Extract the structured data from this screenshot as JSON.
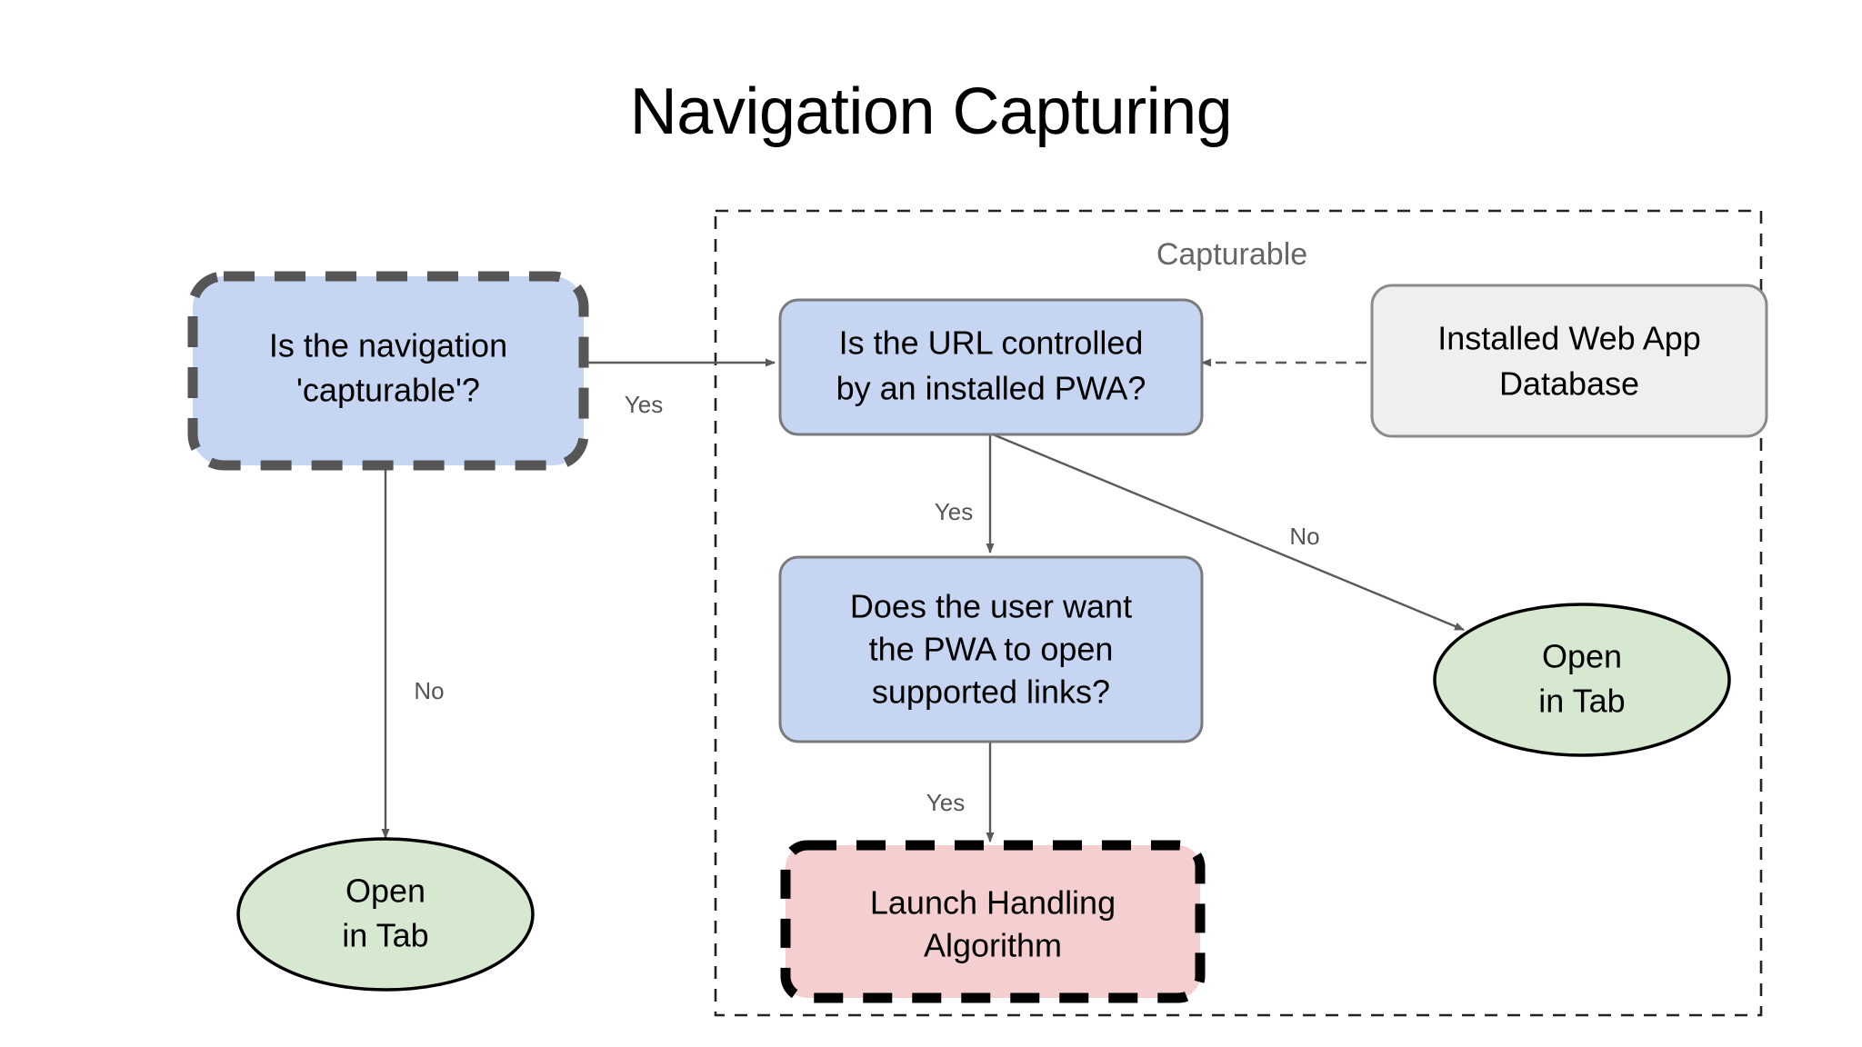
{
  "title": "Navigation Capturing",
  "group": {
    "label": "Capturable"
  },
  "nodes": {
    "is_capturable": {
      "line1": "Is the navigation",
      "line2": "'capturable'?",
      "fill": "#c5d5f2",
      "stroke": "#565656",
      "style": "dashed-thick"
    },
    "url_controlled": {
      "line1": "Is the URL controlled",
      "line2": "by an installed PWA?",
      "fill": "#c5d5f2",
      "stroke": "#7a7a7a",
      "style": "solid"
    },
    "installed_db": {
      "line1": "Installed Web App",
      "line2": "Database",
      "fill": "#efefef",
      "stroke": "#8a8a8a",
      "style": "solid"
    },
    "user_want": {
      "line1": "Does the user want",
      "line2": "the PWA to open",
      "line3": "supported links?",
      "fill": "#c5d5f2",
      "stroke": "#7a7a7a",
      "style": "solid"
    },
    "launch_handling": {
      "line1": "Launch Handling",
      "line2": "Algorithm",
      "fill": "#f5cfcf",
      "stroke": "#000000",
      "style": "dashed-thick"
    },
    "open_tab_left": {
      "line1": "Open",
      "line2": "in Tab",
      "fill": "#d6e8d0",
      "stroke": "#000000",
      "style": "ellipse"
    },
    "open_tab_right": {
      "line1": "Open",
      "line2": "in Tab",
      "fill": "#d6e8d0",
      "stroke": "#000000",
      "style": "ellipse"
    }
  },
  "edges": {
    "capturable_yes": "Yes",
    "capturable_no": "No",
    "url_yes": "Yes",
    "url_no": "No",
    "user_yes": "Yes"
  },
  "colors": {
    "blue_fill": "#c5d5f2",
    "green_fill": "#d6e8d0",
    "pink_fill": "#f5cfcf",
    "gray_fill": "#efefef",
    "edge_stroke": "#595959",
    "label_text": "#555555",
    "group_text": "#666666"
  }
}
